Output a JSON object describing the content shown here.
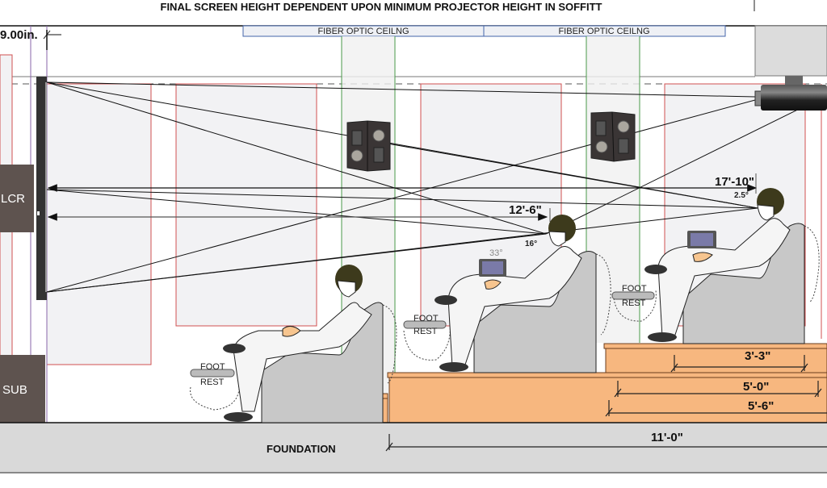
{
  "title": "FINAL SCREEN HEIGHT DEPENDENT UPON MINIMUM PROJECTOR HEIGHT IN SOFFITT",
  "screen_offset_label": "9.00in.",
  "ceiling_panels": [
    {
      "label": "FIBER OPTIC CEILNG"
    },
    {
      "label": "FIBER OPTIC CEILNG"
    }
  ],
  "equipment": {
    "lcr_label": "LCR",
    "sub_label": "SUB",
    "projector": "ceiling-mounted projector",
    "speakers": [
      "surround speaker left",
      "surround speaker right"
    ]
  },
  "rows": [
    {
      "row": 1,
      "viewing_distance": "",
      "view_angle": "",
      "tablet_angle": "",
      "footrest": {
        "line1": "FOOT",
        "line2": "REST"
      }
    },
    {
      "row": 2,
      "viewing_distance": "12'-6\"",
      "view_angle": "16°",
      "tablet_angle": "33°",
      "footrest": {
        "line1": "FOOT",
        "line2": "REST"
      }
    },
    {
      "row": 3,
      "viewing_distance": "17'-10\"",
      "view_angle": "2.5°",
      "tablet_angle": "",
      "footrest": {
        "line1": "FOOT",
        "line2": "REST"
      }
    }
  ],
  "riser_dimensions": {
    "upper_riser_depth": "3'-3\"",
    "lower_riser_depth_a": "5'-0\"",
    "lower_riser_depth_b": "5'-6\"",
    "total_riser_run": "11'-0\""
  },
  "foundation_label": "FOUNDATION",
  "colors": {
    "riser": "#f7b77f",
    "riser_edge": "#6b3c1c",
    "equipment_box": "#5e534f",
    "foundation": "#d9d9d9",
    "seat": "#c8c8c8",
    "red_guides": "#d05050",
    "green_guides": "#4a9a4a",
    "ceiling_panel_border": "#4466aa"
  }
}
